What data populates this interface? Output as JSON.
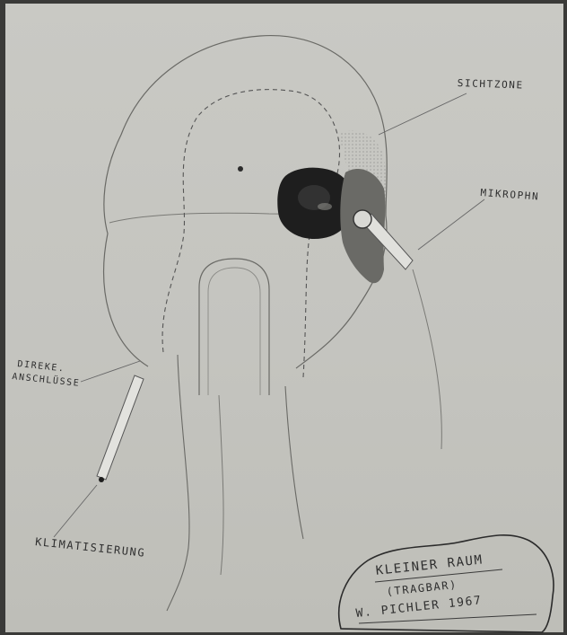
{
  "labels": {
    "sichtzone": "SICHTZONE",
    "mikrophon": "MIKROPHN",
    "direkte": "DIREKE.",
    "anschlusse": "ANSCHLÜSSE",
    "klimatisierung": "KLIMATISIERUNG"
  },
  "stamp": {
    "title": "KLEINER RAUM",
    "subtitle": "(TRAGBAR)",
    "signature": "W. PICHLER 1967"
  }
}
